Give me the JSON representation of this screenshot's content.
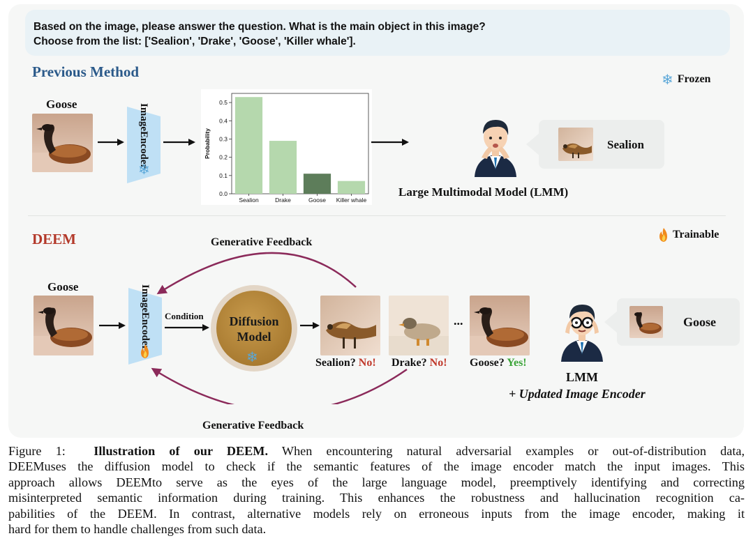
{
  "question": {
    "line1": "Based on the image, please answer the question. What is the main object in this image?",
    "line2": "Choose from the list: ['Sealion', 'Drake', 'Goose', 'Killer whale']."
  },
  "previous": {
    "title": "Previous Method",
    "frozen_label": "Frozen",
    "input_label": "Goose",
    "encoder_label_1": "Image",
    "encoder_label_2": "Encoder",
    "lmm_label": "Large Multimodal Model (LMM)",
    "answer": "Sealion"
  },
  "chart_data": {
    "type": "bar",
    "categories": [
      "Sealion",
      "Drake",
      "Goose",
      "Killer whale"
    ],
    "values": [
      0.53,
      0.29,
      0.11,
      0.07
    ],
    "ylabel": "Probability",
    "ylim": [
      0,
      0.55
    ],
    "yticks": [
      0.0,
      0.1,
      0.2,
      0.3,
      0.4,
      0.5
    ],
    "highlight_category": "Goose",
    "colors": {
      "normal": "#b5d8ad",
      "highlight": "#5d7d5a"
    }
  },
  "deem": {
    "title": "DEEM",
    "trainable_label": "Trainable",
    "input_label": "Goose",
    "encoder_label_1": "Image",
    "encoder_label_2": "Encoder",
    "condition_label": "Condition",
    "diffusion_label_1": "Diffusion",
    "diffusion_label_2": "Model",
    "feedback_top": "Generative Feedback",
    "feedback_bottom": "Generative Feedback",
    "ellipsis": "...",
    "checks": [
      {
        "question": "Sealion?",
        "verdict": "No!",
        "color": "#c0392b"
      },
      {
        "question": "Drake?",
        "verdict": "No!",
        "color": "#c0392b"
      },
      {
        "question": "Goose?",
        "verdict": "Yes!",
        "color": "#3aa437"
      }
    ],
    "lmm_label": "LMM",
    "updated_label": "+ Updated Image Encoder",
    "answer": "Goose"
  },
  "colors": {
    "title_blue": "#2b5a8a",
    "title_red": "#b3392a",
    "feedback_arrow": "#8b2a5a",
    "encoder_fill": "#bfe0f5",
    "diffusion_fill": "#b8893a"
  },
  "caption": {
    "prefix": "Figure 1:",
    "bold": "Illustration of our DEEM.",
    "l1_rest": "When encountering natural adversarial examples or out-of-distribution data,",
    "l2": "DEEMuses the diffusion model to check if the semantic features of the image encoder match the input images. This",
    "l3": "approach allows DEEMto serve as the eyes of the large language model, preemptively identifying and correcting",
    "l4": "misinterpreted semantic information during training. This enhances the robustness and hallucination recognition ca-",
    "l5": "pabilities of the DEEM. In contrast, alternative models rely on erroneous inputs from the image encoder, making it",
    "l6": "hard for them to handle challenges from such data."
  }
}
